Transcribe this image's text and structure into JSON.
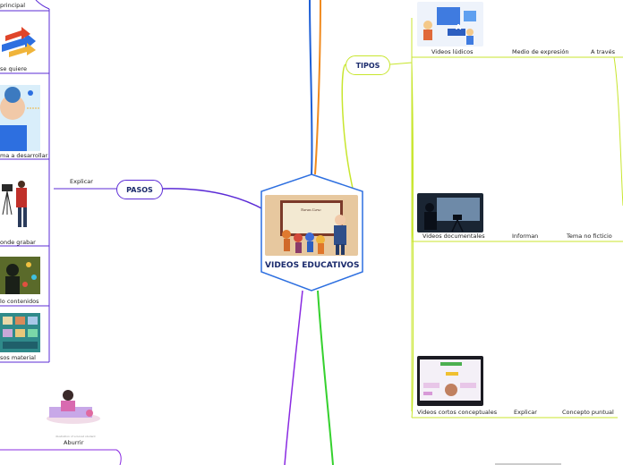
{
  "center": {
    "title": "VIDEOS EDUCATIVOS",
    "board_text": "Nuevas Curso"
  },
  "branches": {
    "pasos": {
      "title": "PASOS",
      "edge_label": "Explicar",
      "items": [
        "principal",
        "se quiere",
        "ma a desarrollar",
        "onde grabar",
        "lo contenidos",
        "sos material"
      ]
    },
    "tipos": {
      "title": "TIPOS",
      "rows": [
        {
          "name": "Videos lúdicos",
          "col2": "Medio de expresión",
          "col3": "A través"
        },
        {
          "name": "Videos documentales",
          "col2": "Informan",
          "col3": "Tema no ficticio"
        },
        {
          "name": "Videos cortos conceptuales",
          "col2": "Explicar",
          "col3": "Concepto puntual"
        }
      ]
    },
    "bottom_left": {
      "label": "Aburrir",
      "caption": "illustration of a bored student"
    }
  },
  "colors": {
    "pasos": "#5b2bd6",
    "tipos": "#c8e62e",
    "center_border": "#2d6fe0",
    "orange": "#f08a1e",
    "blue": "#1e5fd6",
    "green": "#35d12e",
    "purple": "#8a2be2"
  }
}
